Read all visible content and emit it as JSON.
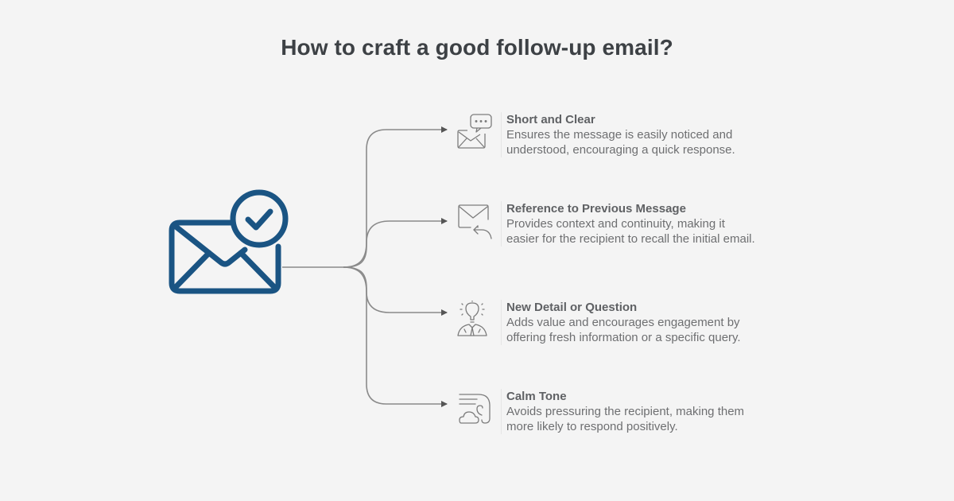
{
  "title": "How to craft a good follow-up email?",
  "colors": {
    "background": "#f4f4f4",
    "title": "#3d4145",
    "accent_icon": "#1a5483",
    "connector": "#7a7a7a",
    "heading_text": "#5f6164",
    "body_text": "#6e6f71"
  },
  "hero": {
    "icon": "email-check-icon"
  },
  "items": [
    {
      "icon": "email-chat-bubble-icon",
      "title": "Short and Clear",
      "desc_line1": "Ensures the message is easily noticed and",
      "desc_line2": "understood, encouraging a quick response."
    },
    {
      "icon": "email-reply-icon",
      "title": "Reference to Previous Message",
      "desc_line1": "Provides context and continuity, making it",
      "desc_line2": "easier for the recipient to recall the initial email."
    },
    {
      "icon": "person-lightbulb-icon",
      "title": "New Detail or Question",
      "desc_line1": "Adds value and encourages engagement by",
      "desc_line2": "offering fresh information or a specific query."
    },
    {
      "icon": "calm-cloud-wind-icon",
      "title": "Calm Tone",
      "desc_line1": "Avoids pressuring the recipient, making them",
      "desc_line2": "more likely to respond positively."
    }
  ]
}
